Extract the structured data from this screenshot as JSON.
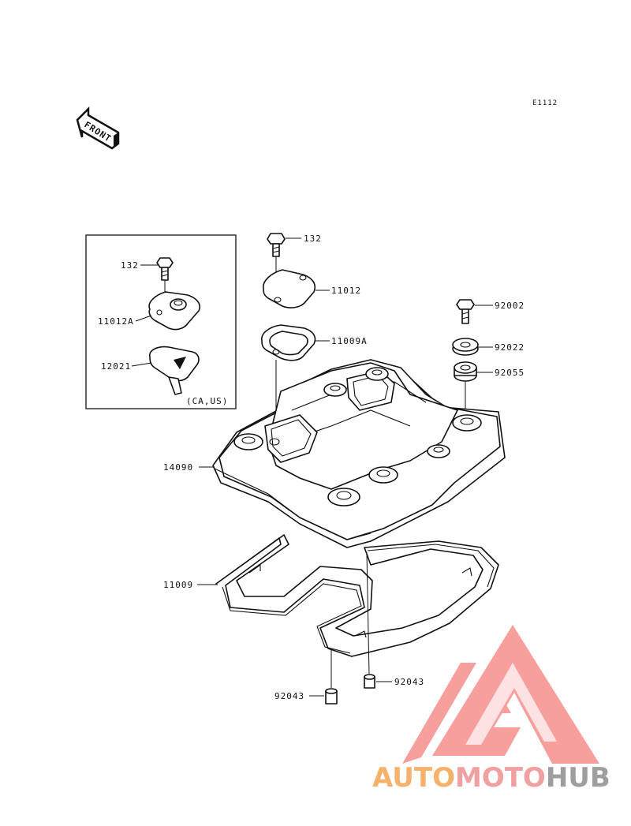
{
  "diagram": {
    "ref_code": "E1112",
    "front_label": "FRONT",
    "inset_note": "(CA,US)",
    "parts": {
      "bolt_top": "132",
      "cap_top": "11012",
      "gasket_cap": "11009A",
      "bolt_right": "92002",
      "washer_right": "92022",
      "grommet_right": "92055",
      "cover": "14090",
      "gasket_cover": "11009",
      "dowel_left": "92043",
      "dowel_right": "92043",
      "inset_bolt": "132",
      "inset_cap": "11012A",
      "inset_plate": "12021"
    }
  },
  "watermark": {
    "auto": "AUTO",
    "moto": "MOTO",
    "hub": "HUB",
    "colors": {
      "auto": "#f6b26b",
      "moto": "#f0a0a0",
      "hub": "#9e9e9e",
      "logo": "#ef5350"
    }
  }
}
